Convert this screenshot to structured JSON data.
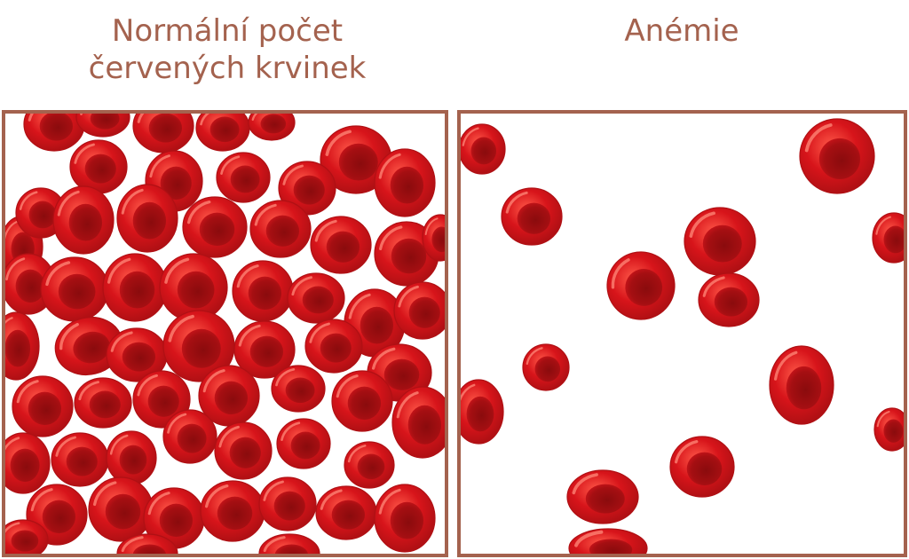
{
  "colors": {
    "title_text": "#a4624e",
    "frame": "#a4624e",
    "cell_rim": "#d7141a",
    "cell_outline": "#b01014",
    "cell_shadow": "#a50f12",
    "cell_center": "#8a0b0d",
    "cell_highlight": "#ff8a7a",
    "background": "#ffffff"
  },
  "panels": [
    {
      "title_lines": [
        "Normální počet",
        "červených krvinek"
      ],
      "icon": "red-blood-cell-icon"
    },
    {
      "title_lines": [
        "Anémie"
      ],
      "icon": "red-blood-cell-icon"
    }
  ]
}
